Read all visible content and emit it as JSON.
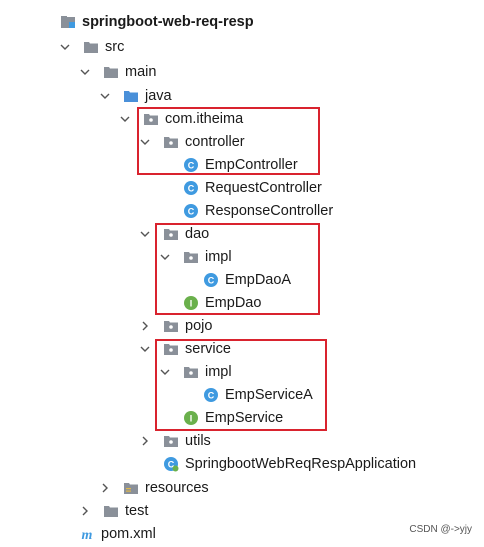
{
  "tree": {
    "root": {
      "label": "springboot-web-req-resp",
      "icon": "project-icon"
    },
    "src": "src",
    "main": "main",
    "java": "java",
    "pkg_com": "com.itheima",
    "controller": "controller",
    "emp_controller": "EmpController",
    "request_controller": "RequestController",
    "response_controller": "ResponseController",
    "dao": "dao",
    "dao_impl": "impl",
    "emp_dao_a": "EmpDaoA",
    "emp_dao": "EmpDao",
    "pojo": "pojo",
    "service": "service",
    "service_impl": "impl",
    "emp_service_a": "EmpServiceA",
    "emp_service": "EmpService",
    "utils": "utils",
    "application": "SpringbootWebReqRespApplication",
    "resources": "resources",
    "test": "test",
    "pom": "pom.xml"
  },
  "watermark": "CSDN @->yjy",
  "colors": {
    "highlight": "#d9232e",
    "class_icon": "#3f9ae0",
    "interface_icon": "#6ab04c",
    "folder": "#8a9099",
    "java_folder": "#4a90d9"
  }
}
